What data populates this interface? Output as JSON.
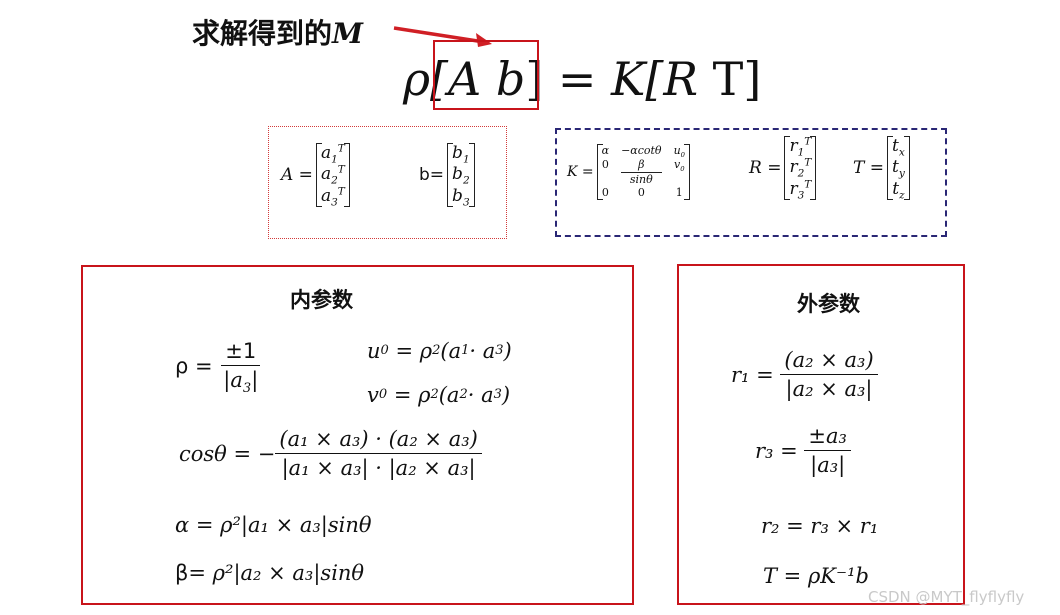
{
  "header": {
    "label": "求解得到的",
    "label_symbol": "M"
  },
  "main_eq": {
    "lhs": "ρ[",
    "A": "A",
    "b": "b",
    "rhs_open": "] = ",
    "K": "K",
    "R": "[R",
    "T": "T]"
  },
  "box_ab": {
    "A_label": "A =",
    "b_label": "b=",
    "A_rows": [
      "a",
      "a",
      "a"
    ],
    "b_rows": [
      "b",
      "b",
      "b"
    ],
    "idx": [
      "1",
      "2",
      "3"
    ],
    "sup": "T"
  },
  "box_krt": {
    "K_label": "K =",
    "K_row1": [
      "α",
      "−αcotθ",
      "u"
    ],
    "K_row2": [
      "0",
      "β",
      "sinθ",
      "v"
    ],
    "K_row3": [
      "0",
      "0",
      "1"
    ],
    "sub0": "0",
    "R_label": "R =",
    "R_rows": [
      "r",
      "r",
      "r"
    ],
    "T_label": "T =",
    "T_rows": [
      "t",
      "t",
      "t"
    ],
    "T_subs": [
      "x",
      "y",
      "z"
    ]
  },
  "intrinsic": {
    "title": "内参数",
    "rho_lhs": "ρ =",
    "rho_num": "±1",
    "rho_den": "|a",
    "rho_den_sub": "3",
    "rho_den_close": "|",
    "u0": "u",
    "u0_rhs": "= ρ",
    "u0_args": "(a",
    "u0_dot": " · a",
    "u0_close": ")",
    "v0": "v",
    "v0_rhs": "= ρ",
    "v0_args": "(a",
    "v0_dot": " · a",
    "v0_close": ")",
    "cos_lhs": "cosθ = −",
    "cos_num": "(a₁ × a₃) · (a₂ × a₃)",
    "cos_den": "|a₁ × a₃| · |a₂ × a₃|",
    "alpha": "α = ρ²|a₁ × a₃|sinθ",
    "beta_sym": "β",
    "beta_rest": "= ρ²|a₂ × a₃|sinθ"
  },
  "extrinsic": {
    "title": "外参数",
    "r1_lhs": "r₁ =",
    "r1_num": "(a₂ × a₃)",
    "r1_den": "|a₂ × a₃|",
    "r3_lhs": "r₃ =",
    "r3_num": "±a₃",
    "r3_den": "|a₃|",
    "r2": "r₂ = r₃ × r₁",
    "T": "T = ρK⁻¹b"
  },
  "watermark": "CSDN @MYT_flyflyfly",
  "colors": {
    "red": "#c8141b",
    "navy": "#2a2775",
    "dotted_red": "#d23a3a"
  }
}
